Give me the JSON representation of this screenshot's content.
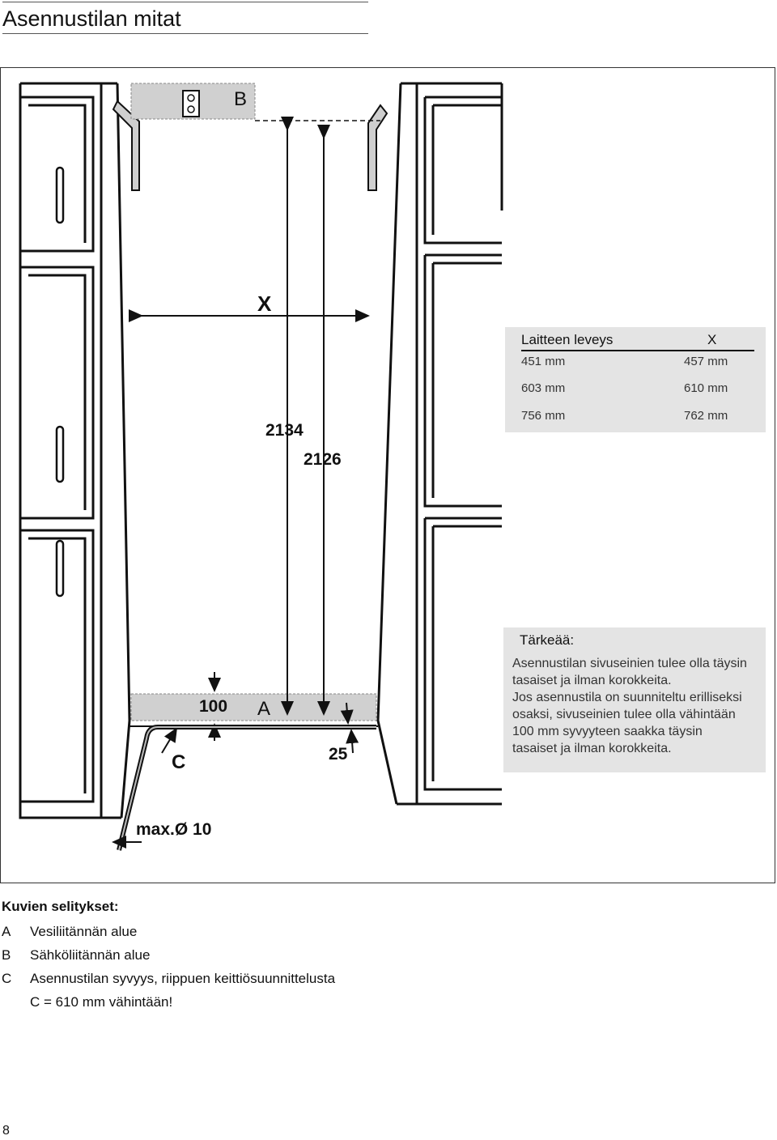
{
  "page": {
    "title": "Asennustilan mitat",
    "page_number": "8"
  },
  "figure": {
    "label_b": "B",
    "label_x": "X",
    "dim_2134": "2134",
    "dim_2126": "2126",
    "dim_100": "100",
    "label_a": "A",
    "dim_25": "25",
    "label_c": "C",
    "max_diameter": "max.Ø 10"
  },
  "width_table": {
    "col_device": "Laitteen leveys",
    "col_x": "X",
    "rows": [
      {
        "device": "451 mm",
        "x": "457 mm"
      },
      {
        "device": "603 mm",
        "x": "610 mm"
      },
      {
        "device": "756 mm",
        "x": "762 mm"
      }
    ]
  },
  "important_note": {
    "title": "Tärkeää:",
    "lines": [
      "Asennustilan sivuseinien tulee olla täysin",
      "tasaiset ja ilman korokkeita.",
      "Jos asennustila on suunniteltu erilliseksi",
      "osaksi, sivuseinien tulee olla vähintään",
      "100 mm syvyyteen saakka täysin",
      "tasaiset ja ilman korokkeita."
    ]
  },
  "legend": {
    "heading": "Kuvien selitykset:",
    "items": [
      {
        "key": "A",
        "text": "Vesiliitännän alue"
      },
      {
        "key": "B",
        "text": "Sähköliitännän alue"
      },
      {
        "key": "C",
        "text": "Asennustilan syvyys, riippuen keittiösuunnittelusta"
      }
    ],
    "c_note": "C = 610 mm vähintään!"
  }
}
